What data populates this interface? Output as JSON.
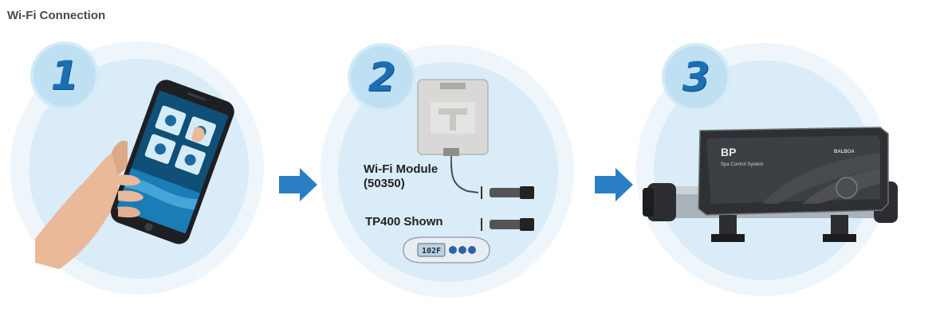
{
  "page": {
    "title": "Wi-Fi Connection"
  },
  "steps": [
    {
      "number": "1",
      "illustration": "phone-app-icon"
    },
    {
      "number": "2",
      "illustration": "wifi-module-icon"
    },
    {
      "number": "3",
      "illustration": "spa-control-box-icon"
    }
  ],
  "module": {
    "label_line1": "Wi-Fi Module",
    "label_line2": "(50350)",
    "tp_label": "TP400 Shown",
    "panel_display": "102F"
  },
  "control_box": {
    "model": "BP",
    "subtitle": "Spa Control System",
    "brand": "BALBOA"
  },
  "colors": {
    "ring": "#eef6fc",
    "disc": "#d9ecf8",
    "number": "#1b6fb3",
    "arrow": "#2a7fc4"
  }
}
